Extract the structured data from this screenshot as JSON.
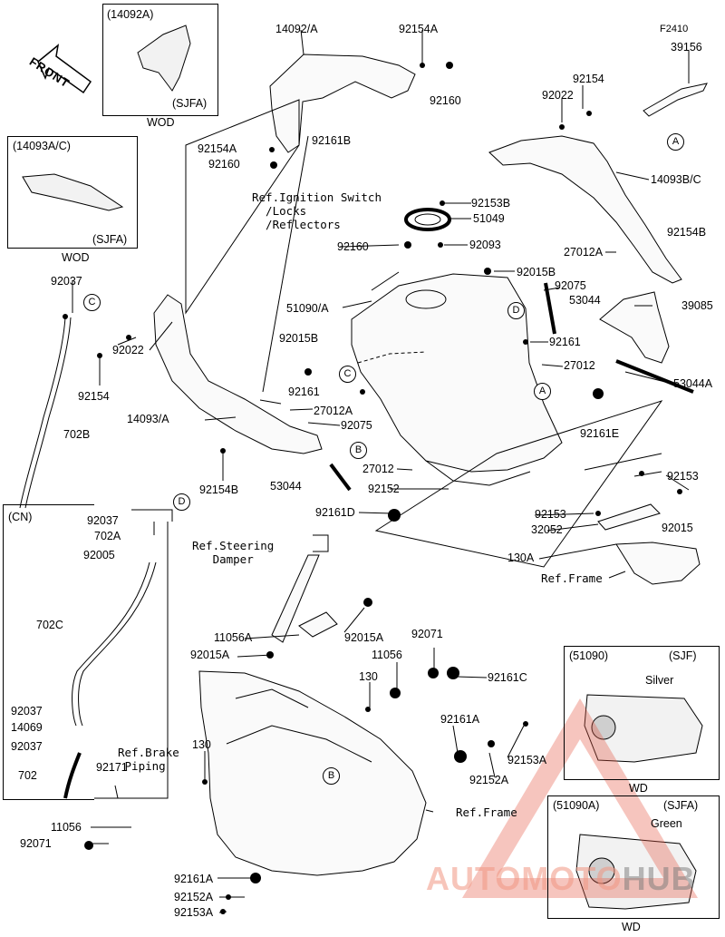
{
  "diagram_code": "F2410",
  "front_label": "FRONT",
  "watermark": {
    "part1": "AUTOMOTO",
    "part2": "HUB"
  },
  "callouts": [
    "A",
    "B",
    "C",
    "D"
  ],
  "insets": {
    "i14092": {
      "ref": "(14092A)",
      "variant": "(SJFA)",
      "market": "WOD"
    },
    "i14093": {
      "ref": "(14093A/C)",
      "variant": "(SJFA)",
      "market": "WOD"
    },
    "cn": {
      "ref": "(CN)"
    },
    "i51090": {
      "ref": "(51090)",
      "variant": "(SJF)",
      "color": "Silver",
      "market": "WD"
    },
    "i51090a": {
      "ref": "(51090A)",
      "variant": "(SJFA)",
      "color": "Green",
      "market": "WD"
    }
  },
  "refs": {
    "ignition": "Ref.Ignition Switch\n  /Locks\n  /Reflectors",
    "steering": "Ref.Steering\n   Damper",
    "frame1": "Ref.Frame",
    "brake": "Ref.Brake\n Piping",
    "frame2": "Ref.Frame"
  },
  "parts": {
    "p14092A_top": "14092/A",
    "p92154A_top": "92154A",
    "p92160_top": "92160",
    "p92161B": "92161B",
    "p92154A_l": "92154A",
    "p92160_l": "92160",
    "p39156": "39156",
    "p92154_r": "92154",
    "p92022_r": "92022",
    "p14093BC": "14093B/C",
    "p92153B": "92153B",
    "p51049": "51049",
    "p92160_m": "92160",
    "p92093": "92093",
    "p92154B_r": "92154B",
    "p27012A_r": "27012A",
    "p92015B_r": "92015B",
    "p92075_r": "92075",
    "p53044_r": "53044",
    "p39085": "39085",
    "p51090A": "51090/A",
    "p92037_l": "92037",
    "p92015B_l": "92015B",
    "p92161_r": "92161",
    "p27012_r": "27012",
    "p53044A": "53044A",
    "p92022_l": "92022",
    "p92154_l": "92154",
    "p92161_l": "92161",
    "p27012A_l": "27012A",
    "p92075_l": "92075",
    "p14093A": "14093/A",
    "p702B": "702B",
    "p92161E": "92161E",
    "p92154B_l": "92154B",
    "p27012_m": "27012",
    "p53044_l": "53044",
    "p92152": "92152",
    "p92161D": "92161D",
    "p92153_r1": "92153",
    "p92153_r2": "92153",
    "p32052": "32052",
    "p92015": "92015",
    "p130A": "130A",
    "p92037_cn1": "92037",
    "p702A": "702A",
    "p92005": "92005",
    "p702C": "702C",
    "p92037_cn2": "92037",
    "p14069": "14069",
    "p92037_cn3": "92037",
    "p702": "702",
    "p11056A": "11056A",
    "p92015A_l": "92015A",
    "p92015A_m": "92015A",
    "p92071_m": "92071",
    "p11056_m": "11056",
    "p130_m": "130",
    "p92161C": "92161C",
    "p92161A_m": "92161A",
    "p92153A_m": "92153A",
    "p92152A_m": "92152A",
    "p130_l": "130",
    "p92171": "92171",
    "p11056_l": "11056",
    "p92071_l": "92071",
    "p92161A_b": "92161A",
    "p92152A_b": "92152A",
    "p92153A_b": "92153A"
  }
}
